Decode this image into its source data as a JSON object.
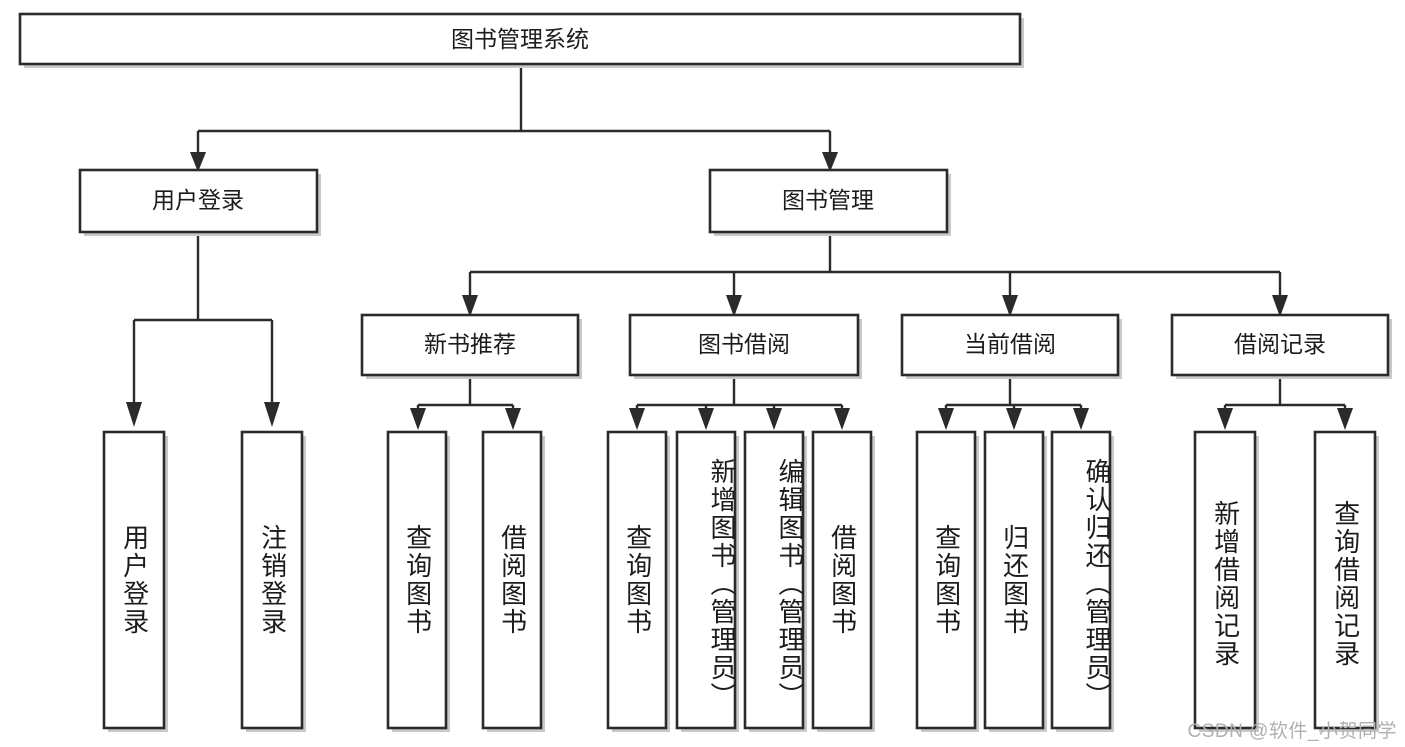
{
  "diagram": {
    "type": "tree-hierarchy",
    "title": "图书管理系统",
    "orientation": "top-down",
    "colors": {
      "box_stroke": "#2b2b2b",
      "box_fill": "#ffffff",
      "connector": "#2b2b2b",
      "text": "#1c1c1c",
      "watermark": "#b0b0b0",
      "background": "#ffffff"
    },
    "root": {
      "label": "图书管理系统"
    },
    "level2": [
      {
        "label": "用户登录"
      },
      {
        "label": "图书管理"
      }
    ],
    "level3": [
      {
        "label": "新书推荐"
      },
      {
        "label": "图书借阅"
      },
      {
        "label": "当前借阅"
      },
      {
        "label": "借阅记录"
      }
    ],
    "leaves": {
      "user_login": [
        {
          "label": "用户登录"
        },
        {
          "label": "注销登录"
        }
      ],
      "new_book_recommend": [
        {
          "label": "查询图书"
        },
        {
          "label": "借阅图书"
        }
      ],
      "book_borrow": [
        {
          "label": "查询图书"
        },
        {
          "label": "新增图书（管理员）"
        },
        {
          "label": "编辑图书（管理员）"
        },
        {
          "label": "借阅图书"
        }
      ],
      "current_borrow": [
        {
          "label": "查询图书"
        },
        {
          "label": "归还图书"
        },
        {
          "label": "确认归还（管理员）"
        }
      ],
      "borrow_records": [
        {
          "label": "新增借阅记录"
        },
        {
          "label": "查询借阅记录"
        }
      ]
    },
    "watermark": "CSDN @软件_小贺同学"
  }
}
